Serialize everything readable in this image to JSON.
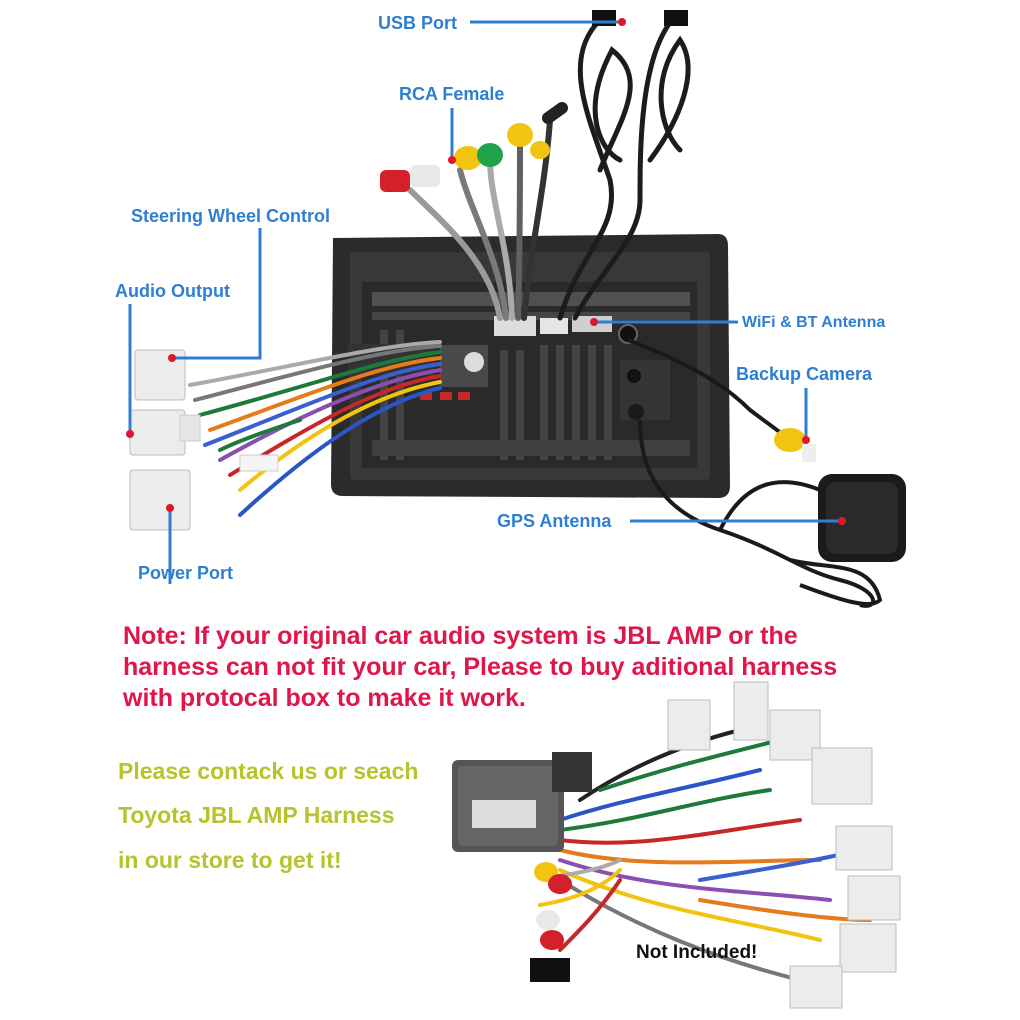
{
  "labels": {
    "usb_port": "USB Port",
    "rca_female": "RCA Female",
    "steering_wheel_control": "Steering Wheel Control",
    "audio_output": "Audio Output",
    "wifi_bt_antenna": "WiFi & BT Antenna",
    "backup_camera": "Backup Camera",
    "gps_antenna": "GPS Antenna",
    "power_port": "Power Port"
  },
  "note": {
    "line1": "Note: If your original car audio system is JBL AMP or the",
    "line2": "harness can not fit your car, Please to buy aditional harness",
    "line3": " with protocal box to make it work."
  },
  "contact": {
    "line1": "Please contack us or seach",
    "line2": "Toyota JBL AMP Harness",
    "line3": "in our store to get it!"
  },
  "not_included": "Not Included!",
  "colors": {
    "label_blue": "#2f7fd0",
    "note_red": "#e0164a",
    "contact_olive": "#b6c32a",
    "marker_red": "#e0162a"
  }
}
